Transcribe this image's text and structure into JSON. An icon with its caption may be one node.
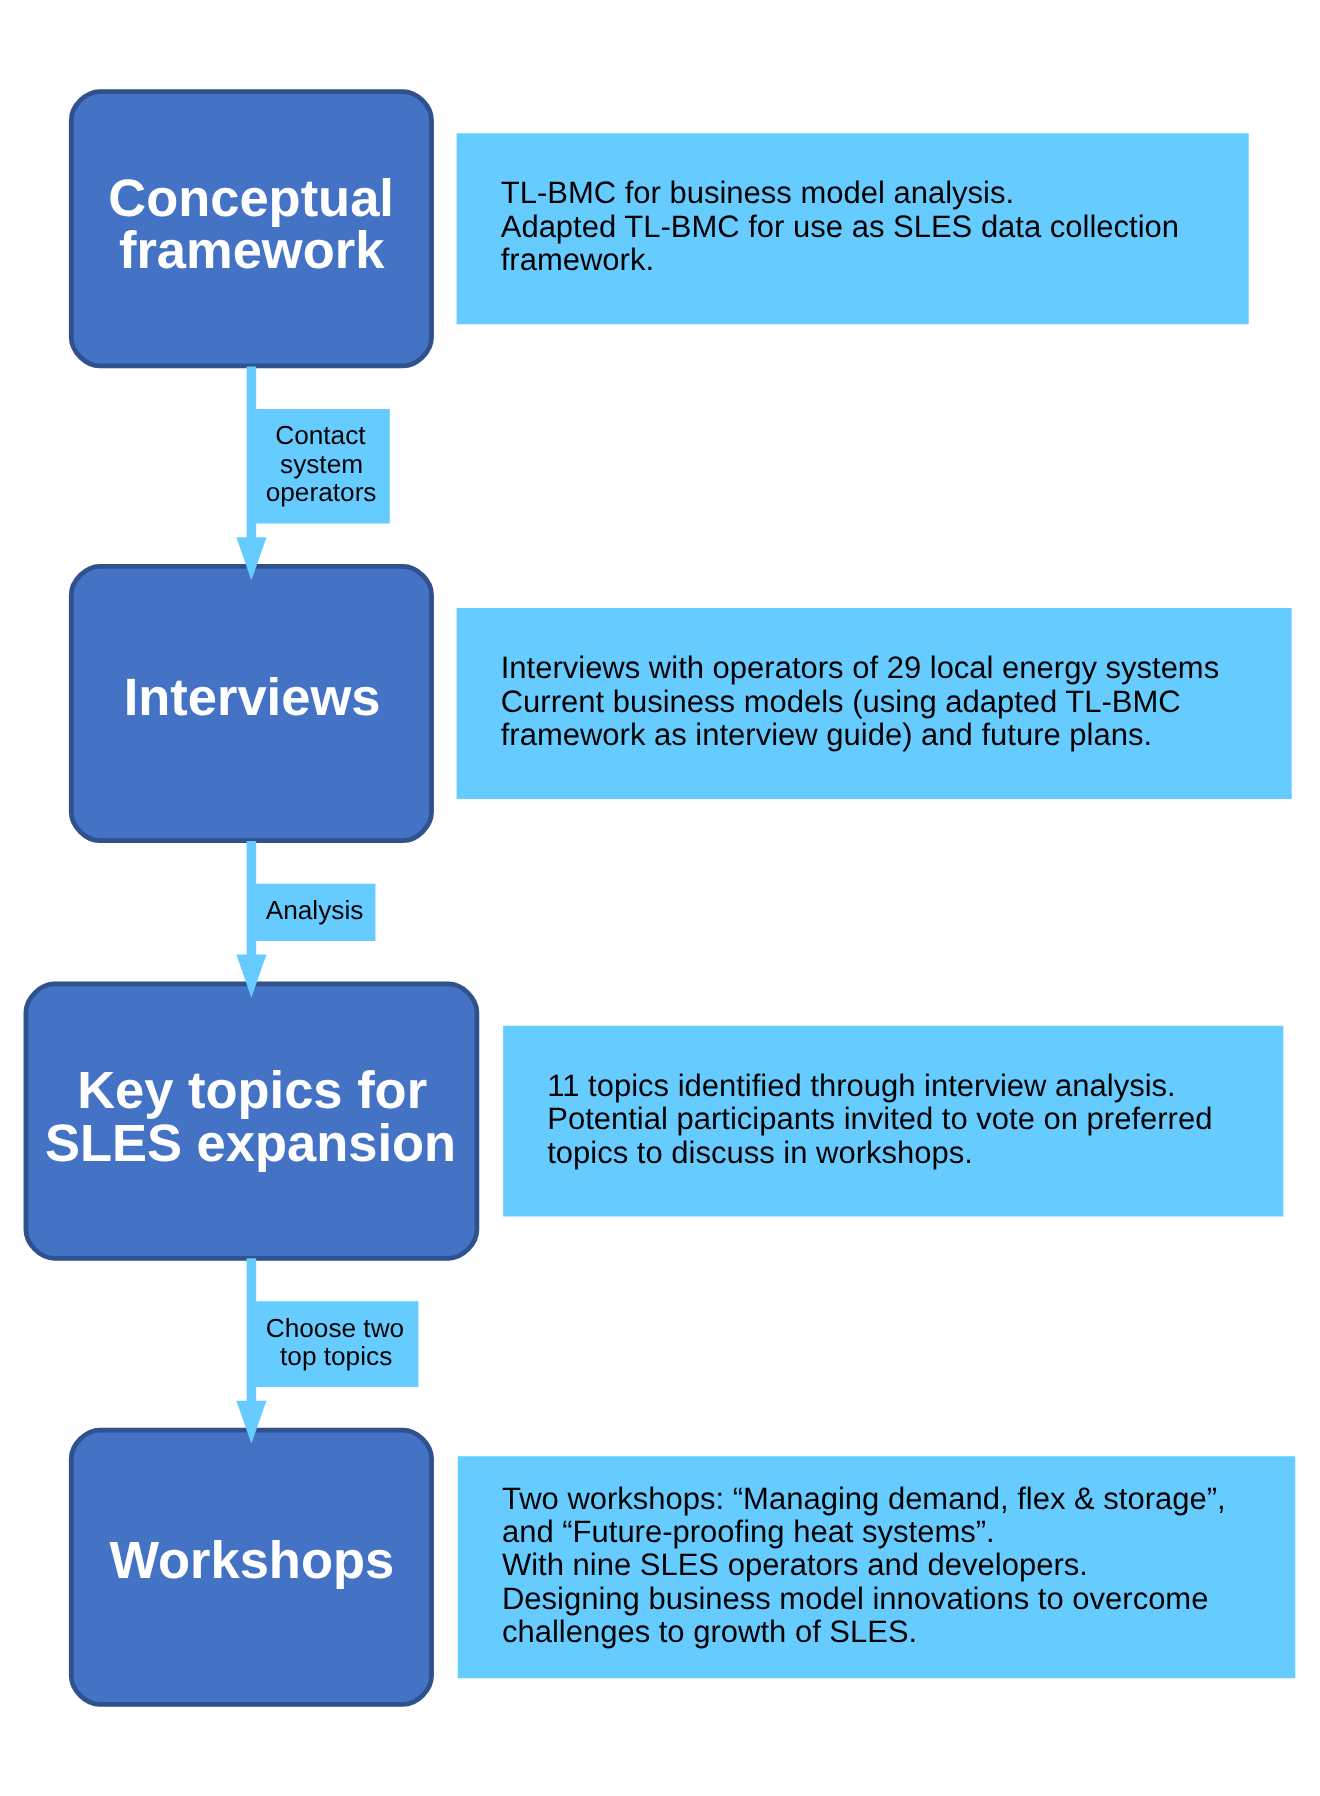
{
  "diagram": {
    "nodes": [
      {
        "text": [
          "Conceptual framework"
        ]
      },
      {
        "text": [
          "TL-BMC for business model analysis.",
          "Adapted TL-BMC for use as SLES data collection framework."
        ]
      },
      {
        "text": [
          "Interviews"
        ]
      },
      {
        "text": [
          "Interviews with operators of 29 local energy systems",
          "Current business models (using adapted TL-BMC framework as interview guide) and future plans."
        ]
      },
      {
        "text": [
          "Key topics for SLES expansion"
        ]
      },
      {
        "text": [
          "11 topics identified through interview analysis.",
          "Potential participants invited to vote on preferred topics to discuss in workshops."
        ]
      },
      {
        "text": [
          "Workshops"
        ]
      },
      {
        "text": [
          "Two workshops: “Managing demand, flex & storage”, and “Future-proofing heat systems”.",
          "With nine SLES operators and developers.",
          "Designing business model innovations to overcome challenges to growth of SLES."
        ]
      }
    ],
    "edges": [
      {
        "from": 0,
        "to": 2,
        "arrow": "to",
        "label": "Contact system operators"
      },
      {
        "from": 2,
        "to": 4,
        "arrow": "to",
        "label": "Analysis"
      },
      {
        "from": 4,
        "to": 6,
        "arrow": "to",
        "label": "Choose two top topics"
      }
    ]
  }
}
